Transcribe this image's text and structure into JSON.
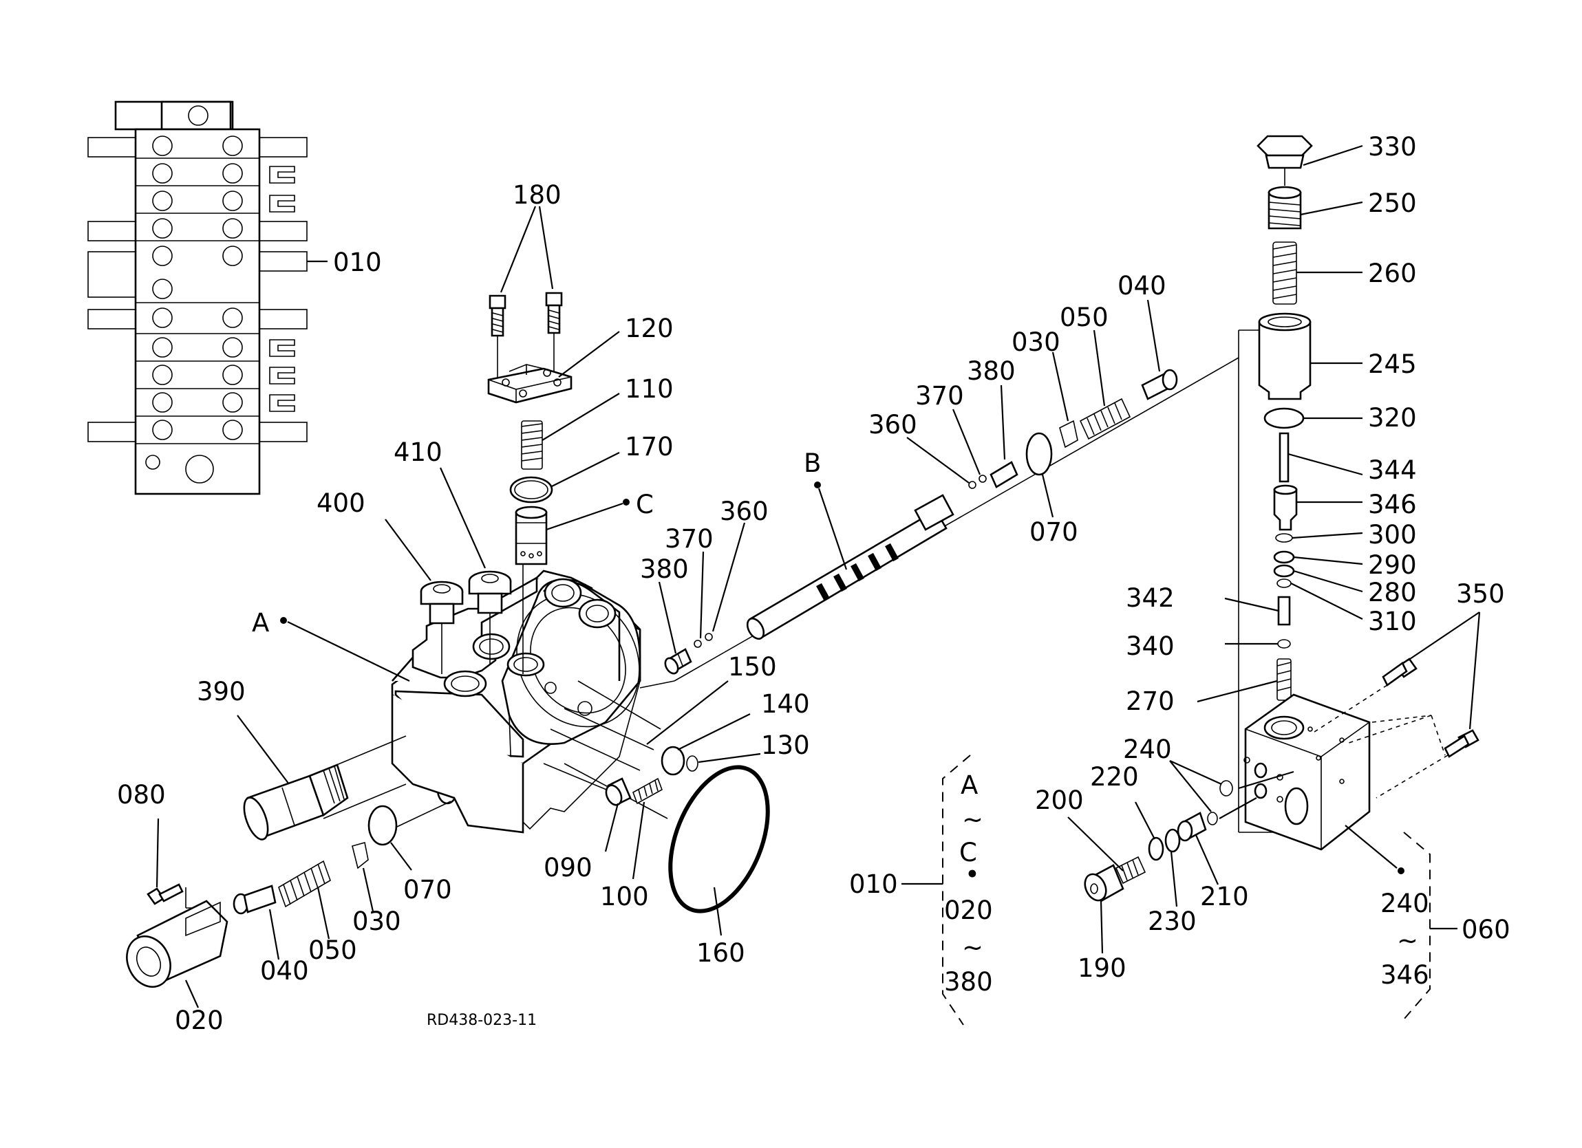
{
  "drawing_code": "RD438-023-11",
  "reference_markers": {
    "a": "A",
    "b": "B",
    "c": "C"
  },
  "labels": {
    "p010_top": "010",
    "p180": "180",
    "p120": "120",
    "p110": "110",
    "p170": "170",
    "p410": "410",
    "p400": "400",
    "p390": "390",
    "p080": "080",
    "p020": "020",
    "p040_left": "040",
    "p050_left": "050",
    "p030_left": "030",
    "p070_left": "070",
    "p090": "090",
    "p100": "100",
    "p160": "160",
    "p150": "150",
    "p140": "140",
    "p130": "130",
    "p380_left": "380",
    "p370_left": "370",
    "p360_left": "360",
    "p360_right": "360",
    "p370_right": "370",
    "p380_right": "380",
    "p030_right": "030",
    "p050_right": "050",
    "p040_right": "040",
    "p070_right": "070",
    "p330": "330",
    "p250": "250",
    "p260": "260",
    "p245": "245",
    "p320": "320",
    "p344": "344",
    "p346": "346",
    "p300": "300",
    "p290": "290",
    "p280": "280",
    "p310": "310",
    "p342": "342",
    "p340": "340",
    "p270": "270",
    "p350": "350",
    "p240_top": "240",
    "p220": "220",
    "p200": "200",
    "p230": "230",
    "p210": "210",
    "p190": "190"
  },
  "group_010": {
    "part": "010",
    "range_start": "A",
    "tilde_1": "~",
    "marker_c": "C",
    "bullet": "•",
    "range_2_start": "020",
    "tilde_2": "~",
    "range_2_end": "380"
  },
  "group_060": {
    "part": "060",
    "range_start": "240",
    "tilde": "~",
    "range_end": "346"
  }
}
